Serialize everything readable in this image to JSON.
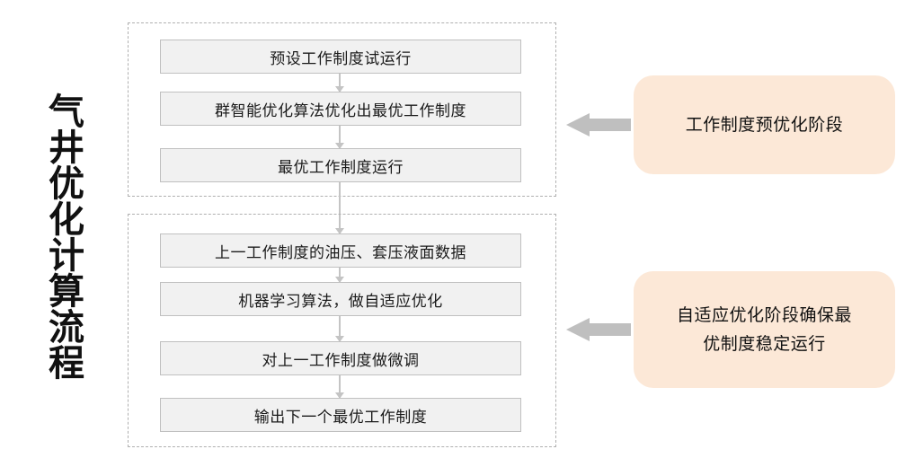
{
  "title_vertical": "气井优化计算流程",
  "colors": {
    "box_fill": "#F1F1F1",
    "box_border": "#C0C0C0",
    "group_border": "#B0B0B0",
    "callout_fill": "#FCE8D7",
    "arrow_gray": "#BFBFBF",
    "connector_gray": "#C4C4C4",
    "text": "#1A1A1A",
    "background": "#FFFFFF"
  },
  "groups": [
    {
      "id": "pre-optimization",
      "steps": [
        "预设工作制度试运行",
        "群智能优化算法优化出最优工作制度",
        "最优工作制度运行"
      ],
      "callout": "工作制度预优化阶段",
      "arrow_icon": "left-block-arrow-icon"
    },
    {
      "id": "adaptive-optimization",
      "steps": [
        "上一工作制度的油压、套压液面数据",
        "机器学习算法，做自适应优化",
        "对上一工作制度做微调",
        "输出下一个最优工作制度"
      ],
      "callout_line1": "自适应优化阶段确保最",
      "callout_line2": "优制度稳定运行",
      "arrow_icon": "left-block-arrow-icon"
    }
  ],
  "chart_data": {
    "type": "table",
    "title": "气井优化计算流程",
    "categories": [
      "工作制度预优化阶段",
      "自适应优化阶段确保最优制度稳定运行"
    ],
    "series": [
      {
        "name": "工作制度预优化阶段",
        "values": [
          "预设工作制度试运行",
          "群智能优化算法优化出最优工作制度",
          "最优工作制度运行"
        ]
      },
      {
        "name": "自适应优化阶段确保最优制度稳定运行",
        "values": [
          "上一工作制度的油压、套压液面数据",
          "机器学习算法，做自适应优化",
          "对上一工作制度做微调",
          "输出下一个最优工作制度"
        ]
      }
    ],
    "xlabel": "",
    "ylabel": ""
  }
}
